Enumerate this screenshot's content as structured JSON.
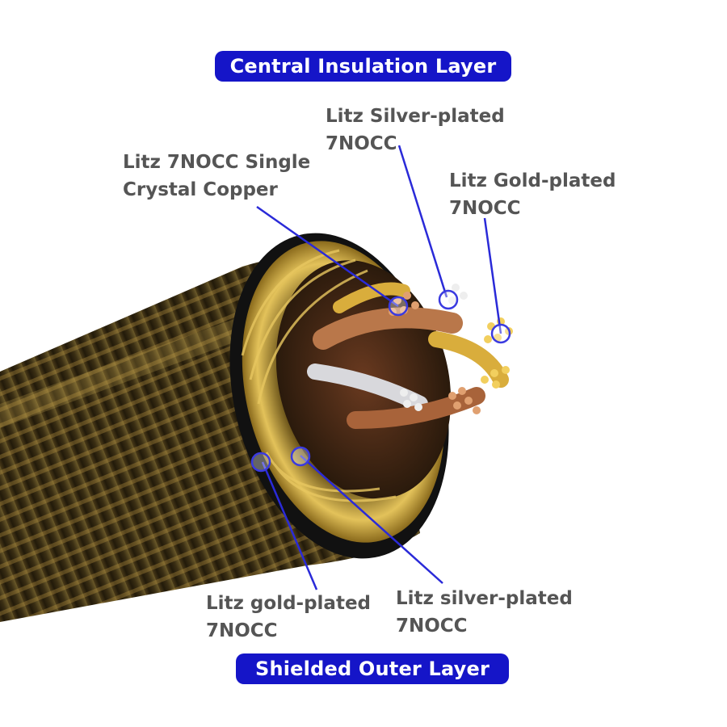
{
  "banners": {
    "top": "Central Insulation Layer",
    "bottom": "Shielded Outer Layer"
  },
  "callouts": {
    "silver_top": {
      "line1": "Litz Silver-plated",
      "line2": "7NOCC"
    },
    "crystal": {
      "line1": "Litz 7NOCC Single",
      "line2": "Crystal Copper"
    },
    "gold_top": {
      "line1": "Litz Gold-plated",
      "line2": "7NOCC"
    },
    "gold_bottom": {
      "line1": "Litz gold-plated",
      "line2": "7NOCC"
    },
    "silver_bottom": {
      "line1": "Litz silver-plated",
      "line2": "7NOCC"
    }
  },
  "colors": {
    "banner": "#1515c8",
    "leader": "#2a2ad8",
    "label": "#555555",
    "gold": "#d9ad3c",
    "silver": "#d8d8dc",
    "copper": "#b9774a",
    "jacket": "#3a2e14"
  }
}
